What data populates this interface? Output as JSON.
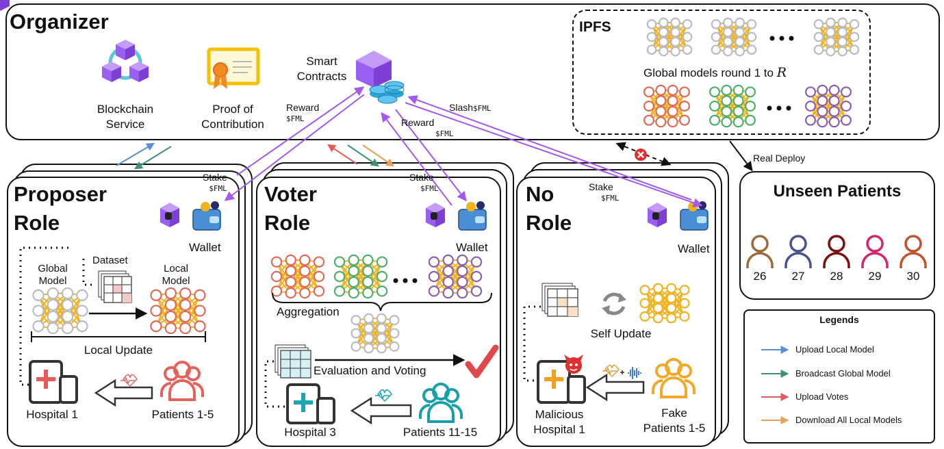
{
  "organizer": {
    "title": "Organizer",
    "blockchain_label_1": "Blockchain",
    "blockchain_label_2": "Service",
    "proof_label_1": "Proof of",
    "proof_label_2": "Contribution",
    "smart_label_1": "Smart",
    "smart_label_2": "Contracts"
  },
  "ipfs": {
    "title": "IPFS",
    "caption_prefix": "Global models round 1 to",
    "caption_var": "R"
  },
  "arrows": {
    "reward": "Reward",
    "slash": "Slash",
    "stake": "Stake",
    "token": "$FML",
    "real_deploy": "Real Deploy"
  },
  "proposer": {
    "title_1": "Proposer",
    "title_2": "Role",
    "wallet": "Wallet",
    "global_model_1": "Global",
    "global_model_2": "Model",
    "dataset": "Dataset",
    "local_model_1": "Local",
    "local_model_2": "Model",
    "local_update": "Local Update",
    "hospital": "Hospital 1",
    "patients": "Patients 1-5"
  },
  "voter": {
    "title_1": "Voter",
    "title_2": "Role",
    "wallet": "Wallet",
    "aggregation": "Aggregation",
    "evaluation": "Evaluation and Voting",
    "hospital": "Hospital 3",
    "patients": "Patients 11-15"
  },
  "norole": {
    "title_1": "No",
    "title_2": "Role",
    "wallet": "Wallet",
    "self_update": "Self Update",
    "hospital_1": "Malicious",
    "hospital_2": "Hospital 1",
    "patients_1": "Fake",
    "patients_2": "Patients 1-5"
  },
  "unseen": {
    "title": "Unseen Patients",
    "ids": [
      "26",
      "27",
      "28",
      "29",
      "30"
    ],
    "colors": [
      "#9a6b3c",
      "#4a5488",
      "#7a1010",
      "#d6246b",
      "#c0522c"
    ]
  },
  "legend": {
    "title": "Legends",
    "items": [
      {
        "label": "Upload Local Model",
        "color": "#5b8ed6"
      },
      {
        "label": "Broadcast Global Model",
        "color": "#3f8f7a"
      },
      {
        "label": "Upload Votes",
        "color": "#e85a5a"
      },
      {
        "label": "Download All Local Models",
        "color": "#e8a05a"
      }
    ]
  },
  "colors": {
    "purple": "#a259f0",
    "nn_grey": "#b8bcc8",
    "nn_red": "#e06a5a",
    "nn_green": "#4caf6a",
    "nn_purple": "#8a5fb0",
    "nn_yellow": "#f2b21e"
  }
}
